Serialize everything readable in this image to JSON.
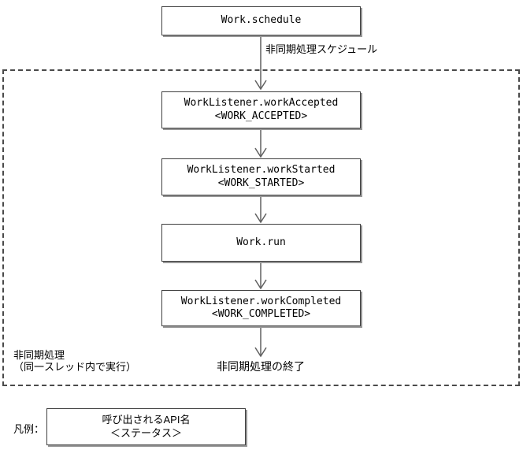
{
  "diagram": {
    "schedule_box": {
      "line1": "Work.schedule"
    },
    "schedule_arrow_label": "非同期処理スケジュール",
    "steps": [
      {
        "line1": "WorkListener.workAccepted",
        "line2": "<WORK_ACCEPTED>"
      },
      {
        "line1": "WorkListener.workStarted",
        "line2": "<WORK_STARTED>"
      },
      {
        "line1": "Work.run"
      },
      {
        "line1": "WorkListener.workCompleted",
        "line2": "<WORK_COMPLETED>"
      }
    ],
    "end_label": "非同期処理の終了",
    "region_label": {
      "line1": "非同期処理",
      "line2": "（同一スレッド内で実行）"
    },
    "legend": {
      "label": "凡例：",
      "box_line1": "呼び出されるAPI名",
      "box_line2": "＜ステータス＞"
    },
    "colors": {
      "background": "#ffffff",
      "box_border": "#404040",
      "box_shadow": "#989898",
      "dashed_border": "#4a4a4a",
      "arrow": "#606060",
      "text": "#000000"
    }
  }
}
